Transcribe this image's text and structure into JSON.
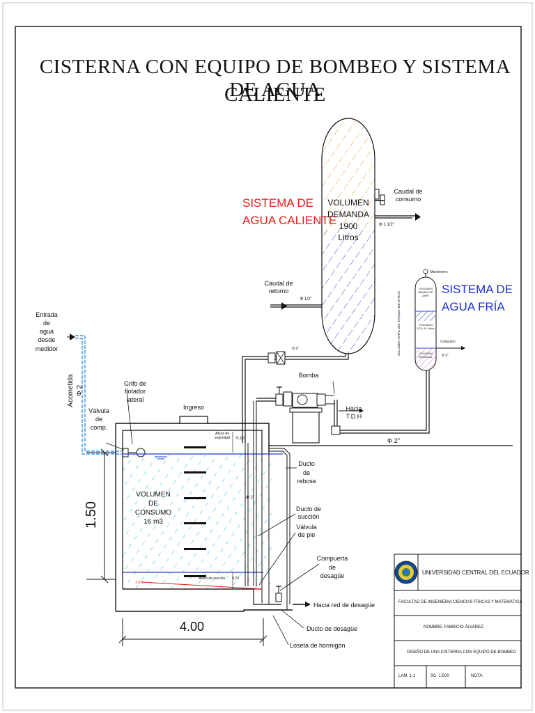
{
  "title": {
    "line1": "CISTERNA CON EQUIPO DE BOMBEO Y SISTEMA DE AGUA",
    "line2": "CALIENTE"
  },
  "hot_system": {
    "label": "SISTEMA DE\nAGUA CALIENTE",
    "tank_label": "VOLUMEN\nDEMANDA\n1900\nLitros",
    "outlet_label": "Caudal de\nconsumo",
    "outlet_pipe": "Φ 1 1/2\"",
    "return_label": "Caudal de\nretorno",
    "return_pipe": "Φ 1/2\""
  },
  "cold_system": {
    "label": "SISTEMA DE\nAGUA FRÍA",
    "manometer": "Manómetro",
    "min_air": "VOLUMEN\nMÍNIMO DE\nAIRE",
    "volume": "VOLUMEN\nÚTIL 53 Litros",
    "residual": "VOLUMEN\nRESIDUAL",
    "tank_total": "VOLUMEN TOTAL DEL TANQUE 400 LITROS",
    "consumption": "Consumo",
    "pipe": "Φ 2\""
  },
  "pump": {
    "label": "Bomba",
    "discharge_pipe": "Φ 2\"",
    "tdh": "Hacia T.D.H",
    "line_pipe": "Φ 2\""
  },
  "inlet": {
    "entry": "Entrada\nde\nagua\ndesde\nmedidor",
    "acometida": "Acometida\nΦ 2",
    "valve": "Válvula\nde\ncomp.",
    "float_valve": "Grifo de\nflotador lateral"
  },
  "cistern": {
    "ingreso": "Ingreso",
    "safety_height": "Altura de\nseguridad",
    "safety_value": "0.12",
    "volume": "VOLUMEN\nDE\nCONSUMO\n16 m3",
    "riser_pipe": "Φ 2\"",
    "suction_height": "Altura de succión",
    "suction_value": "0.20",
    "slope": "2.5%",
    "height_dim": "1.50",
    "width_dim": "4.00"
  },
  "callouts": {
    "overflow": "Ducto\nde\nrebose",
    "suction": "Ducto de\nsucción",
    "foot_valve": "Válvula\nde pie",
    "gate": "Compuerta\nde\ndesagüe",
    "drain_net": "Hacia red de desagüe",
    "drain_duct": "Ducto de desagüe",
    "slab": "Loseta de hormigón"
  },
  "title_block": {
    "university": "UNIVERSIDAD CENTRAL DEL ECUADOR",
    "faculty": "FACULTAD DE INGENIERIA CIENCIAS FÍSICAS Y MATEMÁTICA",
    "name": "NOMBRE: FABRICIO ÁLVAREZ",
    "project": "DISEÑO DE UNA CISTERNA CON EQUIPO DE BOMBEO",
    "sheet": "LAM. 1-1",
    "scale": "SC. 1:500",
    "note": "NOTA:"
  },
  "colors": {
    "frame": "#111111",
    "hot_label": "#e0201b",
    "cold_label": "#1b2fd6",
    "water_hatch": "#2bb7e8",
    "water_line": "#1a3fd0",
    "hot_hatch_top": "#e89a3a",
    "hot_hatch_bottom": "#3048d8",
    "sludge": "#e01818",
    "inlet_pipe": "#1a7fe0"
  }
}
